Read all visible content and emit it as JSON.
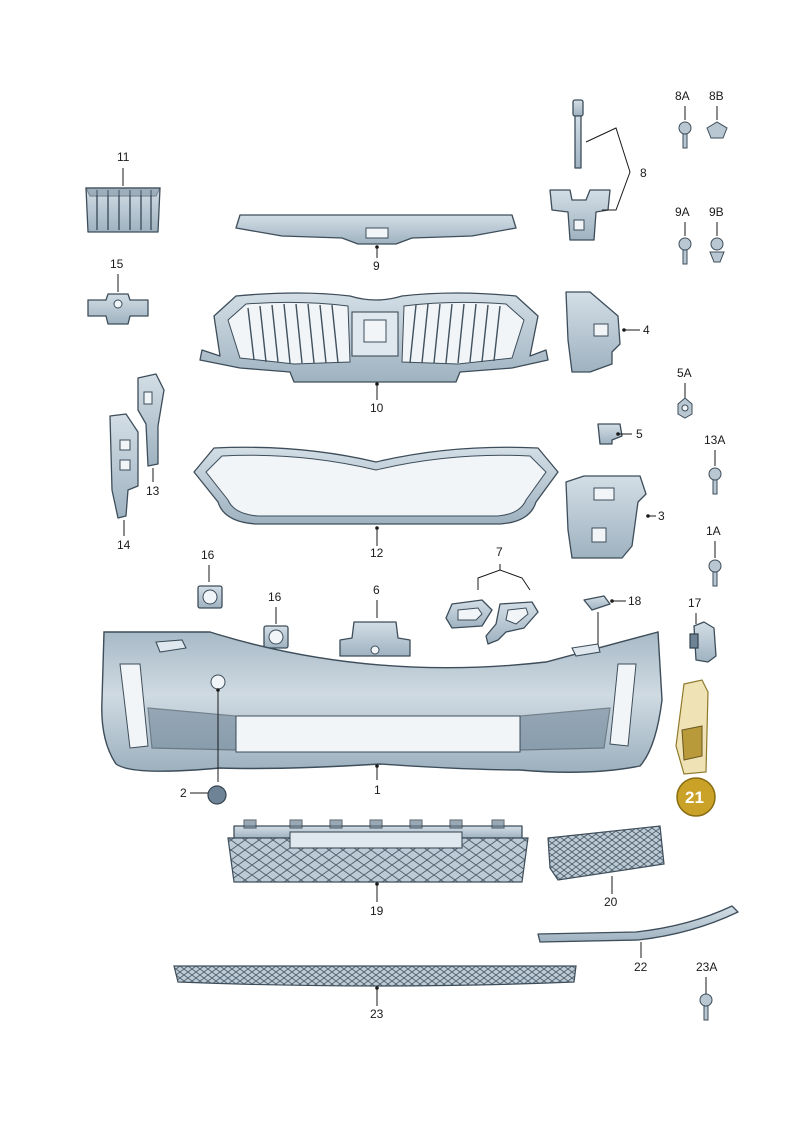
{
  "diagram": {
    "labels": {
      "l1": "1",
      "l2": "2",
      "l3": "3",
      "l4": "4",
      "l5": "5",
      "l6": "6",
      "l7": "7",
      "l8": "8",
      "l9": "9",
      "l10": "10",
      "l11": "11",
      "l12": "12",
      "l13": "13",
      "l14": "14",
      "l15": "15",
      "l16a": "16",
      "l16b": "16",
      "l17": "17",
      "l18": "18",
      "l19": "19",
      "l20": "20",
      "l21": "21",
      "l22": "22",
      "l23": "23",
      "l1A": "1A",
      "l5A": "5A",
      "l8A": "8A",
      "l8B": "8B",
      "l9A": "9A",
      "l9B": "9B",
      "l13A": "13A",
      "l23A": "23A"
    },
    "highlighted_part": "21",
    "colors": {
      "highlight_fill": "#c9a227",
      "part_fill": "#c2d0da",
      "part_stroke": "#3d4d5a"
    }
  }
}
